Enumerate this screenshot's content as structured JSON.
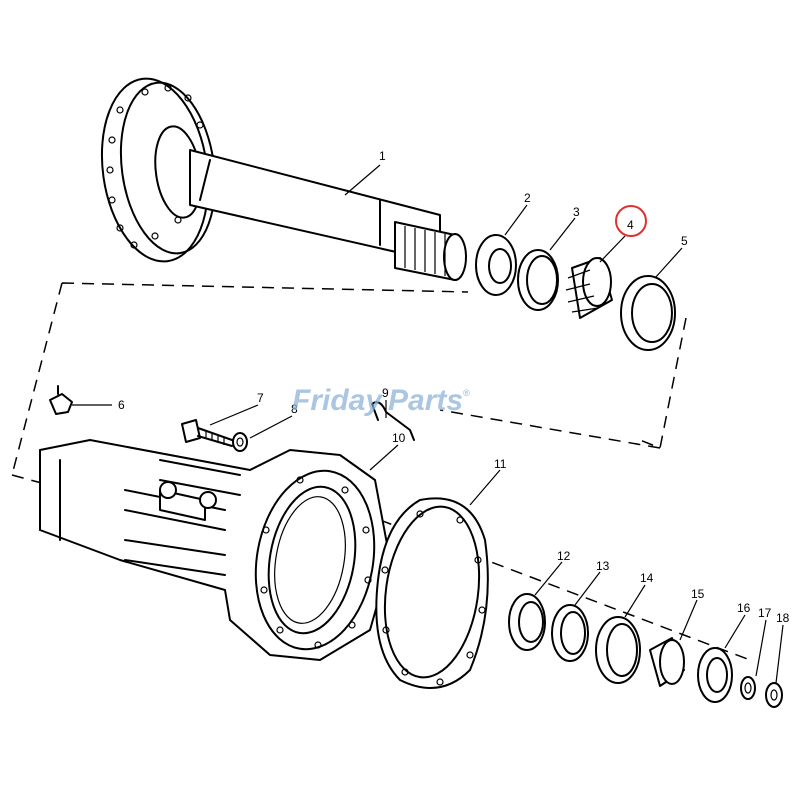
{
  "watermark": {
    "brand_part1": "Friday",
    "brand_part2": "Parts",
    "registered_mark": "®"
  },
  "callouts": [
    {
      "number": "1"
    },
    {
      "number": "2"
    },
    {
      "number": "3"
    },
    {
      "number": "4"
    },
    {
      "number": "5"
    },
    {
      "number": "6"
    },
    {
      "number": "7"
    },
    {
      "number": "8"
    },
    {
      "number": "9"
    },
    {
      "number": "10"
    },
    {
      "number": "11"
    },
    {
      "number": "12"
    },
    {
      "number": "13"
    },
    {
      "number": "14"
    },
    {
      "number": "15"
    },
    {
      "number": "16"
    },
    {
      "number": "17"
    },
    {
      "number": "18"
    }
  ],
  "highlight": {
    "callout": "4",
    "color": "#e03030"
  }
}
